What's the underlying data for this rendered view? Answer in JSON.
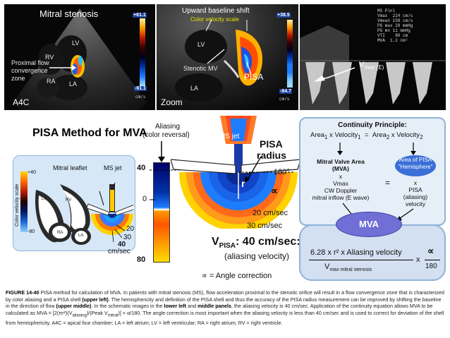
{
  "echo_panels": {
    "left": {
      "title": "Mitral stenosis",
      "view": "A4C",
      "annotation": "Proximal flow convergence zone",
      "chambers": [
        "RV",
        "LV",
        "RA",
        "LA"
      ],
      "scale_top": "+61.1",
      "scale_bottom": "-61.1",
      "unit": "cm/s"
    },
    "middle": {
      "title": "Upward baseline shift",
      "subtitle": "Color velocity scale",
      "labels": [
        "LV",
        "Stenotic MV",
        "PISA",
        "LA"
      ],
      "zoom": "Zoom",
      "scale_top": "+38.5",
      "scale_bottom": "-84.7",
      "unit": "cm/s"
    },
    "right": {
      "vmax_label": "V",
      "vmax_sub": "max (E)"
    }
  },
  "diagram": {
    "title": "PISA Method for MVA",
    "aliasing_label_1": "Aliasing",
    "aliasing_label_2": "(color reversal)",
    "scale_ticks": [
      "40",
      "0",
      "80"
    ],
    "left_box": {
      "mitral_leaflet": "Mitral leaflet",
      "ms_jet": "MS jet",
      "cbar_side": "Color velocity scale",
      "cbar_top": "+40",
      "cbar_bottom": "-80",
      "rings": [
        "20",
        "30",
        "40"
      ],
      "ring_unit": "cm/sec",
      "chambers": [
        "LV",
        "RV",
        "RA",
        "LA"
      ]
    },
    "center": {
      "ms_jet": "MS jet",
      "pisa_radius_1": "PISA",
      "pisa_radius_2": "radius",
      "r_label": "r",
      "angle_label": "180°",
      "alpha_symbol": "∝",
      "ring_20": "20 cm/sec",
      "ring_30": "30 cm/sec",
      "vpisa_V": "V",
      "vpisa_sub": "PISA",
      "vpisa_rest": ": 40 cm/sec:",
      "vpisa_note": "(aliasing velocity)",
      "angle_legend": "∝ = Angle correction"
    },
    "principle": {
      "title": "Continuity Principle:",
      "area1": "Area",
      "area1_sub": "1",
      "mid1": " x Velocity",
      "mid1_sub": "1",
      "eq": "=",
      "area2": "Area",
      "area2_sub": "2",
      "mid2": " x Velocity",
      "mid2_sub": "2",
      "left_lines": [
        "Mitral Valve Area",
        "(MVA)",
        "x",
        "Vmax",
        "CW Doppler",
        "mitral inflow (E wave)"
      ],
      "right_top": [
        "Area of PISA",
        "\"Hemisphere\""
      ],
      "right_lines": [
        "x",
        "PISA",
        "(aliasing)",
        "velocity"
      ]
    },
    "mva": "MVA",
    "formula": {
      "numerator": "6.28 x r² x Aliasing velocity",
      "denominator_V": "V",
      "denominator_sub": "max mitral stenosis",
      "times": "x",
      "frac_top": "∝",
      "frac_bottom": "180"
    }
  },
  "caption": {
    "fig": "FIGURE 14-40",
    "p1": " PISA method for calculation of MVA. In patients with mitral stenosis (MS), flow acceleration proximal to the stenotic orifice will result in a flow convergence zone that is characterized by color aliasing and a PISA shell ",
    "b1": "(upper left)",
    "p2": ". The hemisphericity and definition of the PISA shell and thus the accuracy of the PISA radius measurement can be improved by shifting the baseline in the direction of flow ",
    "b2": "(upper middle)",
    "p3": ". In the schematic images in the ",
    "b3": "lower left",
    "p4": " and ",
    "b4": "middle panels",
    "p5": ", the aliasing velocity is 40 cm/sec. Application of the continuity equation allows MVA to be calculated as MVA = [2(πr²)(V",
    "s1": "aliasing",
    "p6": ")/(Peak V",
    "s2": "mitral",
    "p7": ")] × α/180. The angle correction is most important when the aliasing velocity is less than 40 cm/sec and is used to correct for deviation of the shell from hemisphericity. A4C = apical four chamber; LA = left atrium; LV = left ventricular; RA = right atrium; RV = right ventricle."
  }
}
